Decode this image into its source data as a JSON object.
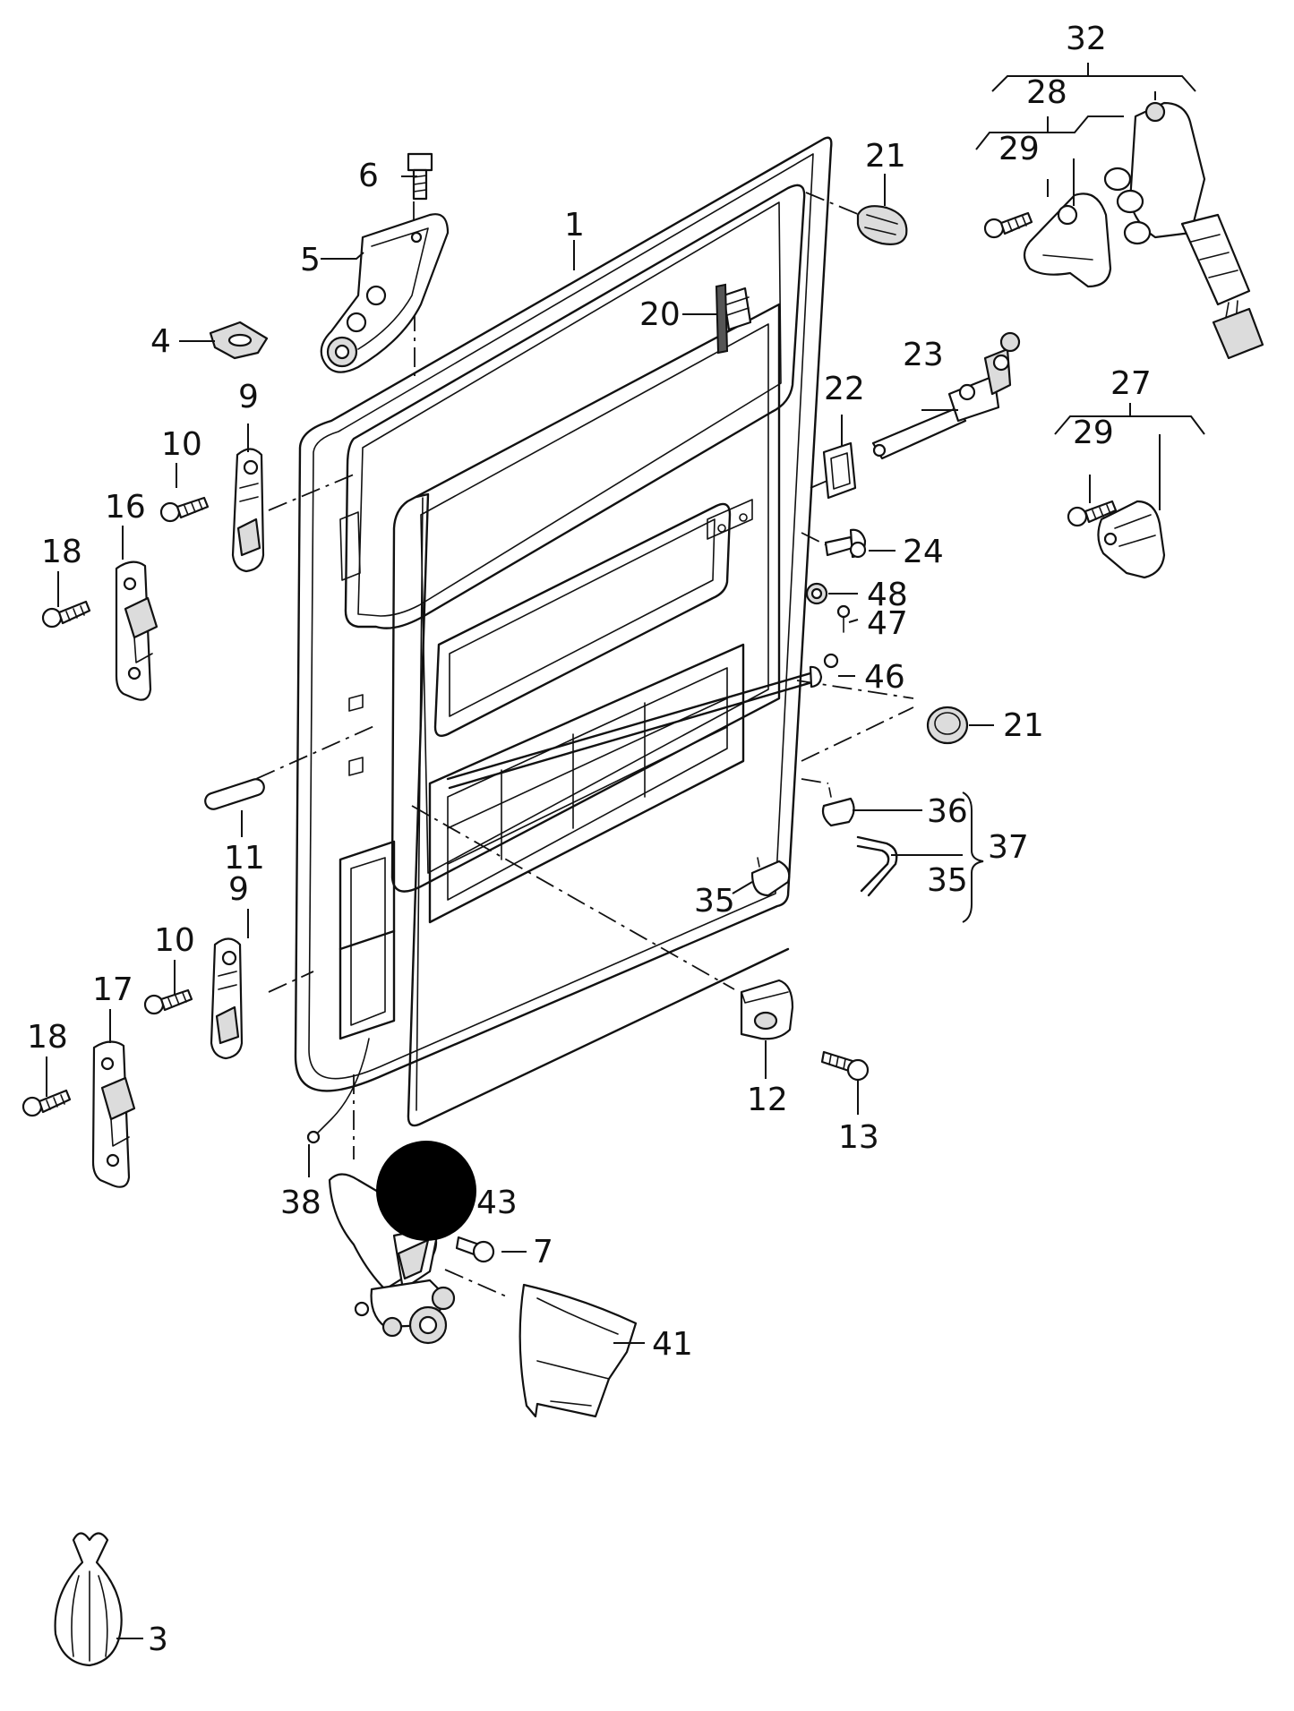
{
  "callouts": {
    "c1": "1",
    "c3": "3",
    "c4": "4",
    "c5": "5",
    "c6": "6",
    "c7": "7",
    "c9a": "9",
    "c9b": "9",
    "c10a": "10",
    "c10b": "10",
    "c11": "11",
    "c12": "12",
    "c13": "13",
    "c16": "16",
    "c17": "17",
    "c18a": "18",
    "c18b": "18",
    "c20": "20",
    "c21a": "21",
    "c21b": "21",
    "c22": "22",
    "c23": "23",
    "c24": "24",
    "c27": "27",
    "c28": "28",
    "c29a": "29",
    "c29b": "29",
    "c32": "32",
    "c35a": "35",
    "c35b": "35",
    "c36": "36",
    "c37": "37",
    "c38": "38",
    "c41": "41",
    "c43": "43",
    "c46": "46",
    "c47": "47",
    "c48": "48"
  },
  "colors": {
    "line": "#111111",
    "background": "#ffffff",
    "marker": "#000000"
  }
}
